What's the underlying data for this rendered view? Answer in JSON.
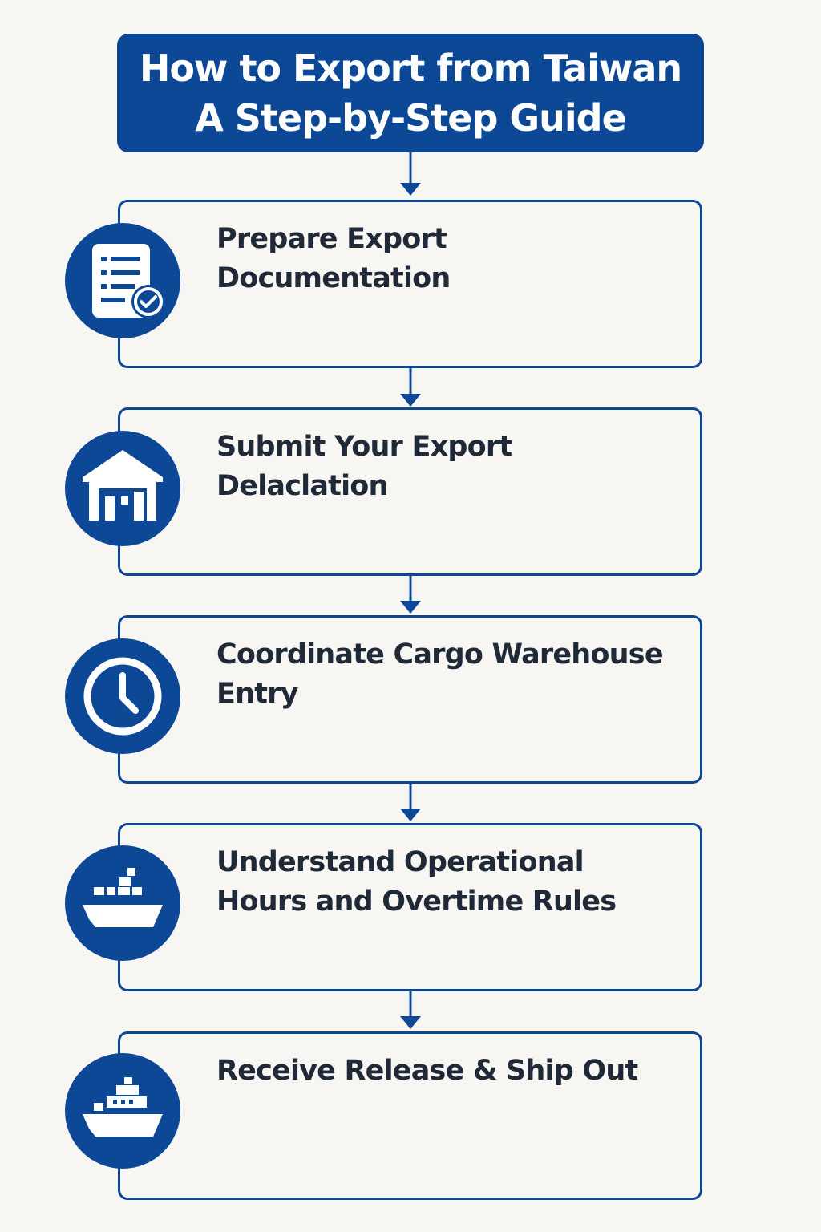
{
  "title": {
    "line1": "How to Export from Taiwan",
    "line2": "A Step-by-Step Guide"
  },
  "steps": [
    {
      "label": "Prepare Export Documentation",
      "icon": "document-check-icon"
    },
    {
      "label": "Submit Your Export Delaclation",
      "icon": "warehouse-icon"
    },
    {
      "label": "Coordinate Cargo Warehouse Entry",
      "icon": "clock-icon"
    },
    {
      "label": "Understand Operational Hours and Overtime Rules",
      "icon": "cargo-ship-icon"
    },
    {
      "label": "Receive Release & Ship Out",
      "icon": "ship-icon"
    }
  ],
  "colors": {
    "primary": "#0d4896",
    "background": "#f8f6f2",
    "text": "#1f2937"
  }
}
